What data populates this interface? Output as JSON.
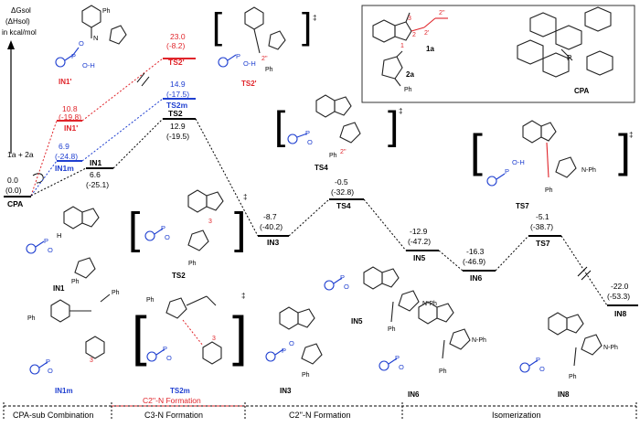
{
  "axis": {
    "dg_label": "ΔGsol",
    "dh_label": "(ΔHsol)",
    "unit": "in kcal/mol"
  },
  "reactant_label": "1a + 2a",
  "cpa_level": {
    "name": "CPA",
    "dg": "0.0",
    "dh": "(0.0)"
  },
  "levels": [
    {
      "id": "in1",
      "name": "IN1",
      "dg": "6.6",
      "dh": "(-25.1)",
      "color": "#000000"
    },
    {
      "id": "ts2",
      "name": "TS2",
      "dg": "12.9",
      "dh": "(-19.5)",
      "color": "#000000"
    },
    {
      "id": "in3",
      "name": "IN3",
      "dg": "-8.7",
      "dh": "(-40.2)",
      "color": "#000000"
    },
    {
      "id": "ts4",
      "name": "TS4",
      "dg": "-0.5",
      "dh": "(-32.8)",
      "color": "#000000"
    },
    {
      "id": "in5",
      "name": "IN5",
      "dg": "-12.9",
      "dh": "(-47.2)",
      "color": "#000000"
    },
    {
      "id": "in6",
      "name": "IN6",
      "dg": "-16.3",
      "dh": "(-46.9)",
      "color": "#000000"
    },
    {
      "id": "ts7",
      "name": "TS7",
      "dg": "-5.1",
      "dh": "(-38.7)",
      "color": "#000000"
    },
    {
      "id": "in8",
      "name": "IN8",
      "dg": "-22.0",
      "dh": "(-53.3)",
      "color": "#000000"
    },
    {
      "id": "in1m",
      "name": "IN1m",
      "dg": "6.9",
      "dh": "(-24.8)",
      "color": "#1f3fd0"
    },
    {
      "id": "ts2m",
      "name": "TS2m",
      "dg": "14.9",
      "dh": "(-17.5)",
      "color": "#1f3fd0"
    },
    {
      "id": "in1p",
      "name": "IN1'",
      "dg": "10.8",
      "dh": "(-19.8)",
      "color": "#e0242a"
    },
    {
      "id": "ts2p",
      "name": "TS2'",
      "dg": "23.0",
      "dh": "(-8.2)",
      "color": "#e0242a"
    }
  ],
  "structure_labels": {
    "in1": "IN1",
    "ts2": "TS2",
    "in1m": "IN1m",
    "ts2m": "TS2m",
    "in3_top": "TS4",
    "ts7": "TS7",
    "in3": "IN3",
    "in5": "IN5",
    "in6": "IN6",
    "in8": "IN8",
    "in1p": "IN1'",
    "ts2p": "TS2'",
    "ph": "Ph",
    "dagger": "‡"
  },
  "legend_box": {
    "label_1a": "1a",
    "label_2a": "2a",
    "label_cpa": "CPA",
    "num_1": "1",
    "num_2": "2",
    "num_3": "3",
    "num_2p": "2'",
    "num_2pp": "2''"
  },
  "stages": [
    {
      "label": "CPA-sub Combination"
    },
    {
      "label": "C3-N Formation",
      "sub_label": "C2''-N Formation",
      "sub_color": "#e0242a"
    },
    {
      "label": "C2''-N Formation"
    },
    {
      "label": "Isomerization"
    }
  ]
}
